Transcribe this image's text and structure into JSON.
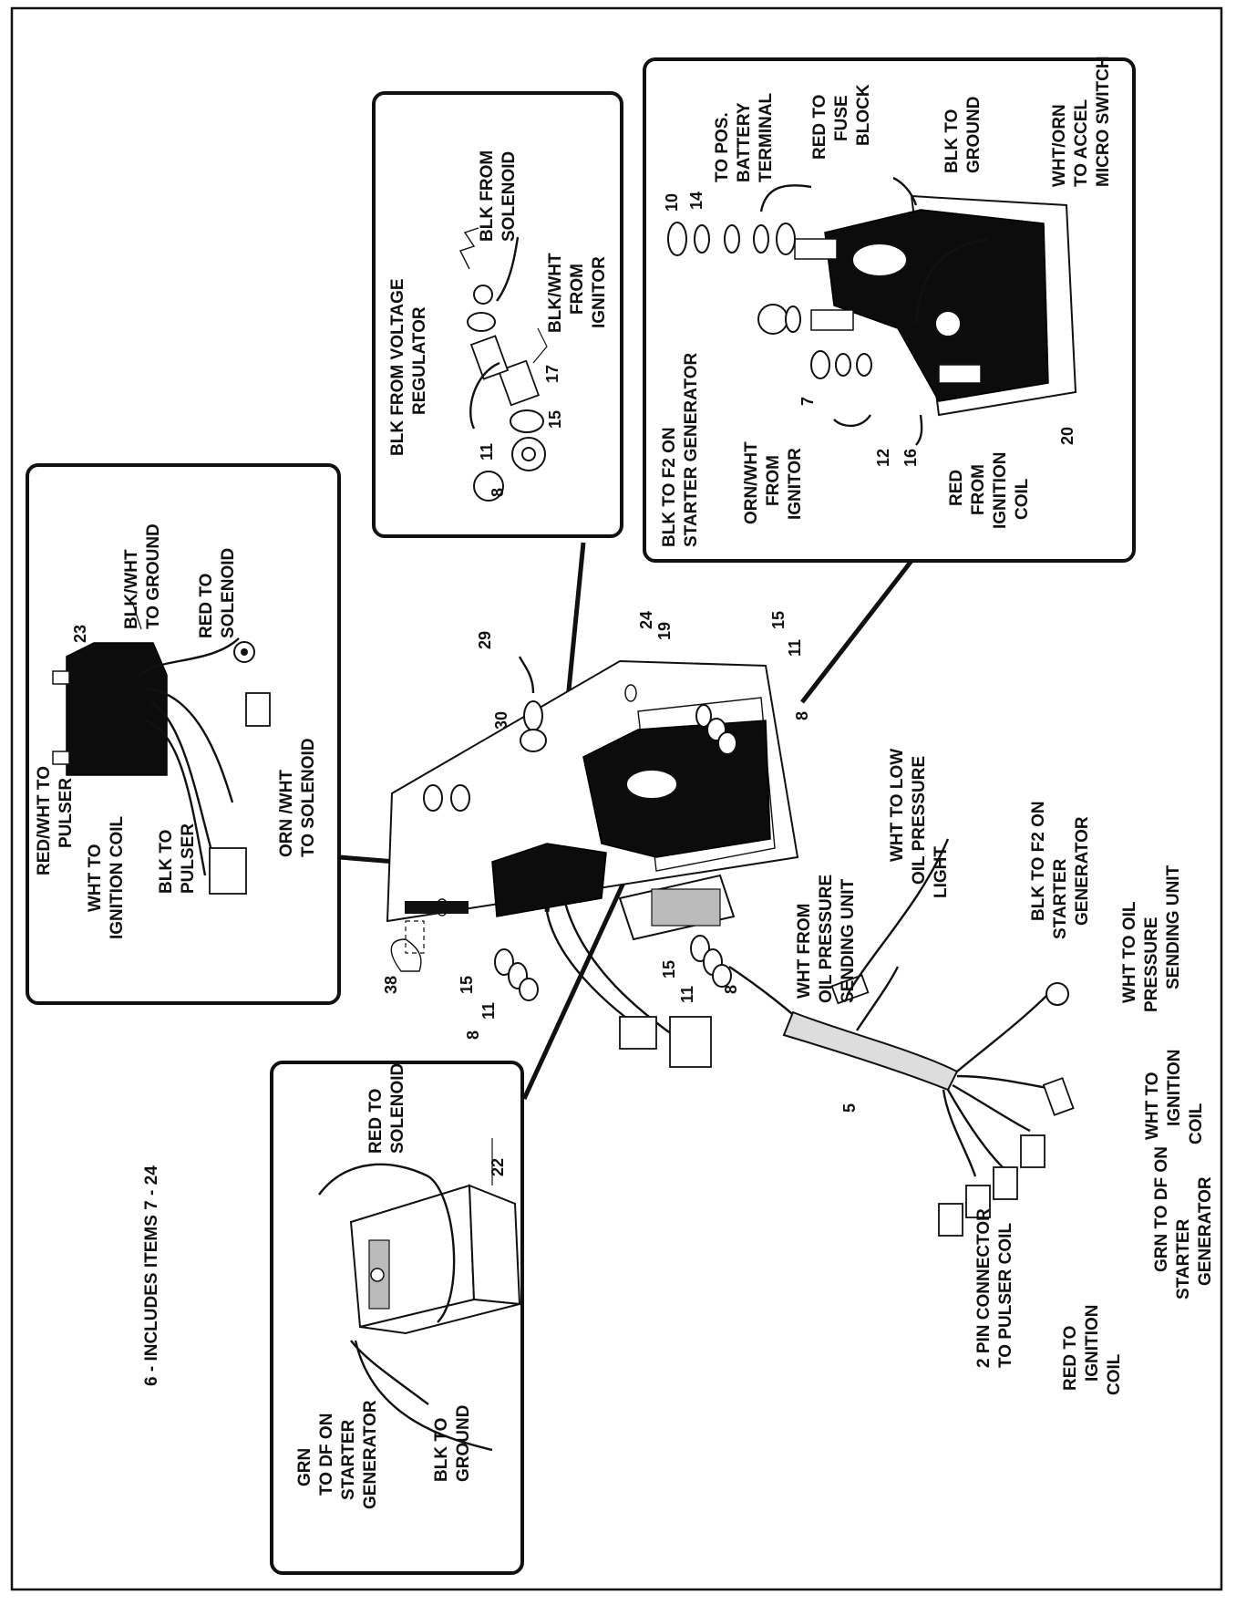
{
  "note": "6 - INCLUDES ITEMS 7 - 24",
  "colors": {
    "ink": "#111111",
    "part_fill": "#0c0c0c",
    "paper": "#ffffff"
  },
  "inset_ignitor": {
    "part": "23",
    "labels": {
      "blkwht_ground": [
        "BLK/WHT",
        "TO GROUND"
      ],
      "red_solenoid": [
        "RED TO",
        "SOLENOID"
      ],
      "redwht_pulser": [
        "RED/WHT TO",
        "PULSER"
      ],
      "wht_ign_coil": [
        "WHT TO",
        "IGNITION COIL"
      ],
      "blk_pulser": [
        "BLK TO",
        "PULSER"
      ],
      "ornwht_solenoid": [
        "ORN /WHT",
        "TO SOLENOID"
      ]
    }
  },
  "inset_regulator": {
    "parts": [
      "8",
      "11",
      "15",
      "17"
    ],
    "labels": {
      "blk_vreg": [
        "BLK FROM VOLTAGE",
        "REGULATOR"
      ],
      "blk_solenoid": [
        "BLK FROM",
        "SOLENOID"
      ],
      "blkwht_ignitor": [
        "BLK/WHT",
        "FROM",
        "IGNITOR"
      ]
    }
  },
  "inset_solenoid": {
    "parts": [
      "10",
      "14",
      "7",
      "12",
      "16",
      "20"
    ],
    "labels": {
      "pos_batt": [
        "TO POS.",
        "BATTERY",
        "TERMINAL"
      ],
      "red_fuse": [
        "RED TO",
        "FUSE",
        "BLOCK"
      ],
      "blk_ground": [
        "BLK TO",
        "GROUND"
      ],
      "wht_orn": [
        "WHT/ORN",
        "TO ACCEL",
        "MICRO SWITCH"
      ],
      "blk_f2": [
        "BLK TO F2 ON",
        "STARTER GENERATOR"
      ],
      "orn_wht": [
        "ORN/WHT",
        "FROM",
        "IGNITOR"
      ],
      "red_ign": [
        "RED",
        "FROM",
        "IGNITION",
        "COIL"
      ]
    }
  },
  "inset_regulator_box": {
    "part": "22",
    "labels": {
      "red_solenoid": [
        "RED TO",
        "SOLENOID"
      ],
      "grn_df": [
        "GRN",
        "TO DF ON",
        "STARTER",
        "GENERATOR"
      ],
      "blk_ground": [
        "BLK TO",
        "GROUND"
      ]
    }
  },
  "main": {
    "parts": [
      "29",
      "30",
      "19",
      "24",
      "15",
      "11",
      "8",
      "38",
      "15",
      "11",
      "8",
      "15",
      "11",
      "8",
      "5"
    ],
    "labels": {
      "wht_low_oil": [
        "WHT TO LOW",
        "OIL PRESSURE",
        "LIGHT"
      ],
      "wht_from_oil": [
        "WHT FROM",
        "OIL PRESSURE",
        "SENDING UNIT"
      ],
      "blk_f2": [
        "BLK TO F2 ON",
        "STARTER",
        "GENERATOR"
      ],
      "wht_to_oil": [
        "WHT TO OIL",
        "PRESSURE",
        "SENDING UNIT"
      ],
      "wht_ign": [
        "WHT TO",
        "IGNITION",
        "COIL"
      ],
      "grn_df": [
        "GRN TO DF ON",
        "STARTER",
        "GENERATOR"
      ],
      "red_ign": [
        "RED TO",
        "IGNITION",
        "COIL"
      ],
      "pulser_conn": [
        "2 PIN CONNECTOR",
        "TO PULSER COIL"
      ]
    }
  }
}
